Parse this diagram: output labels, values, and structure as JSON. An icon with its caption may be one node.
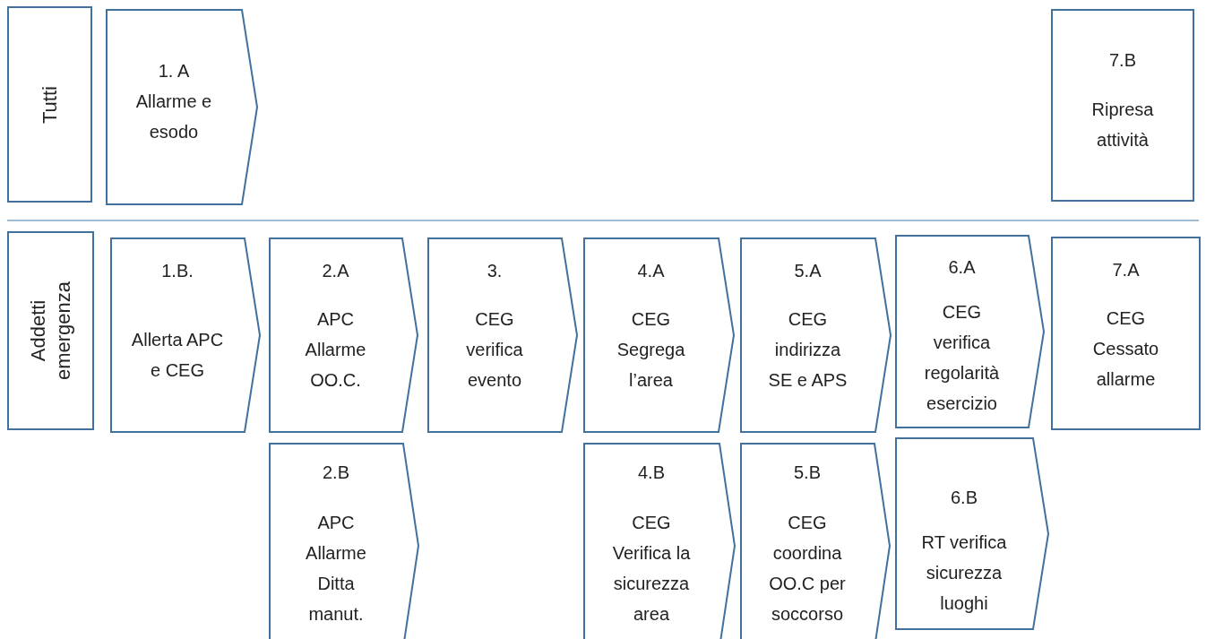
{
  "diagram": {
    "nodes": [
      {
        "text": [
          "Tutti"
        ]
      },
      {
        "text": [
          "1. A",
          "Allarme e esodo"
        ]
      },
      {
        "text": [
          "7.B",
          "Ripresa attività"
        ]
      },
      {
        "text": [
          "Addetti emergenza"
        ]
      },
      {
        "text": [
          "1.B.",
          "Allerta APC e CEG"
        ]
      },
      {
        "text": [
          "2.A",
          "APC Allarme OO.C."
        ]
      },
      {
        "text": [
          "3.",
          "CEG verifica evento"
        ]
      },
      {
        "text": [
          "4.A",
          "CEG Segrega l’area"
        ]
      },
      {
        "text": [
          "5.A",
          "CEG indirizza SE e APS"
        ]
      },
      {
        "text": [
          "6.A",
          "CEG verifica regolarità esercizio"
        ]
      },
      {
        "text": [
          "7.A",
          "CEG Cessato allarme"
        ]
      },
      {
        "text": [
          "2.B",
          "APC Allarme Ditta manut."
        ]
      },
      {
        "text": [
          "4.B",
          "CEG Verifica la sicurezza area"
        ]
      },
      {
        "text": [
          "5.B",
          "CEG coordina OO.C per soccorso"
        ]
      },
      {
        "text": [
          "6.B",
          "RT verifica sicurezza luoghi"
        ]
      }
    ],
    "edges": []
  }
}
